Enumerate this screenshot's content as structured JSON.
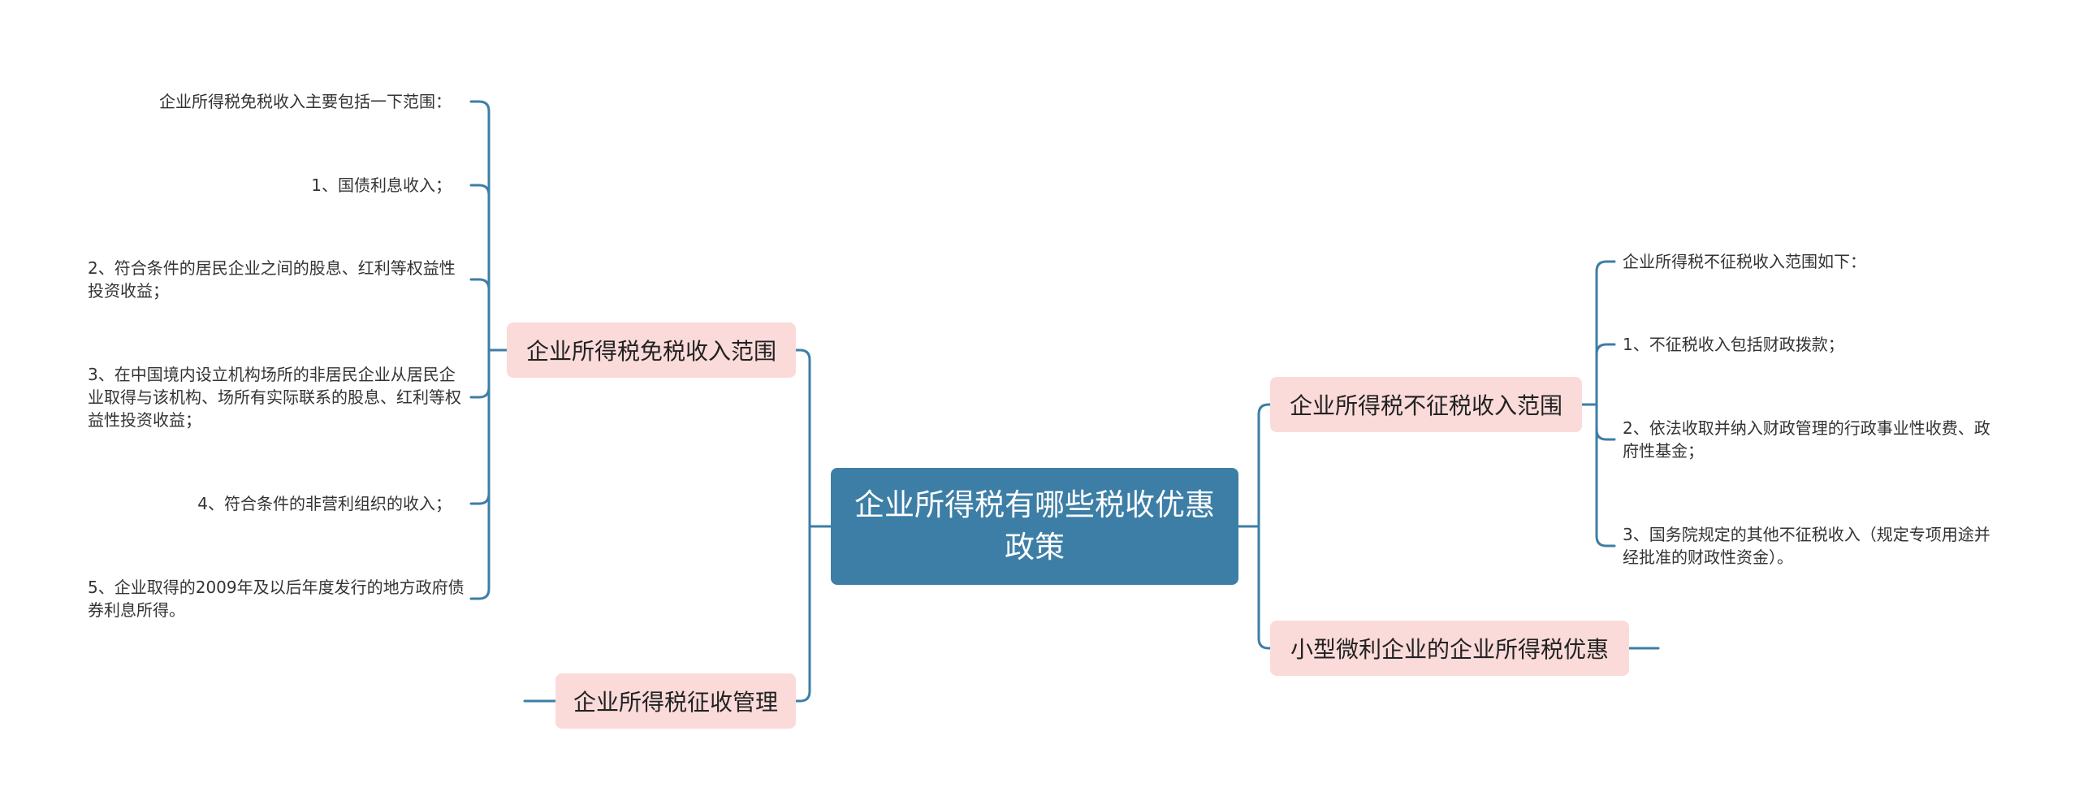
{
  "colors": {
    "root_bg": "#3d7ea6",
    "branch_bg": "#fadbd9",
    "line": "#3d7ea6"
  },
  "root": {
    "title": "企业所得税有哪些税收优惠政策"
  },
  "left_branches": [
    {
      "label": "企业所得税免税收入范围",
      "children": [
        "企业所得税免税收入主要包括一下范围：",
        "1、国债利息收入；",
        "2、符合条件的居民企业之间的股息、红利等权益性投资收益；",
        "3、在中国境内设立机构场所的非居民企业从居民企业取得与该机构、场所有实际联系的股息、红利等权益性投资收益；",
        "4、符合条件的非营利组织的收入；",
        "5、企业取得的2009年及以后年度发行的地方政府债券利息所得。"
      ]
    },
    {
      "label": "企业所得税征收管理",
      "children": []
    }
  ],
  "right_branches": [
    {
      "label": "企业所得税不征税收入范围",
      "children": [
        "企业所得税不征税收入范围如下：",
        "1、不征税收入包括财政拨款；",
        "2、依法收取并纳入财政管理的行政事业性收费、政府性基金；",
        "3、国务院规定的其他不征税收入（规定专项用途并经批准的财政性资金）。"
      ]
    },
    {
      "label": "小型微利企业的企业所得税优惠",
      "children": []
    }
  ]
}
